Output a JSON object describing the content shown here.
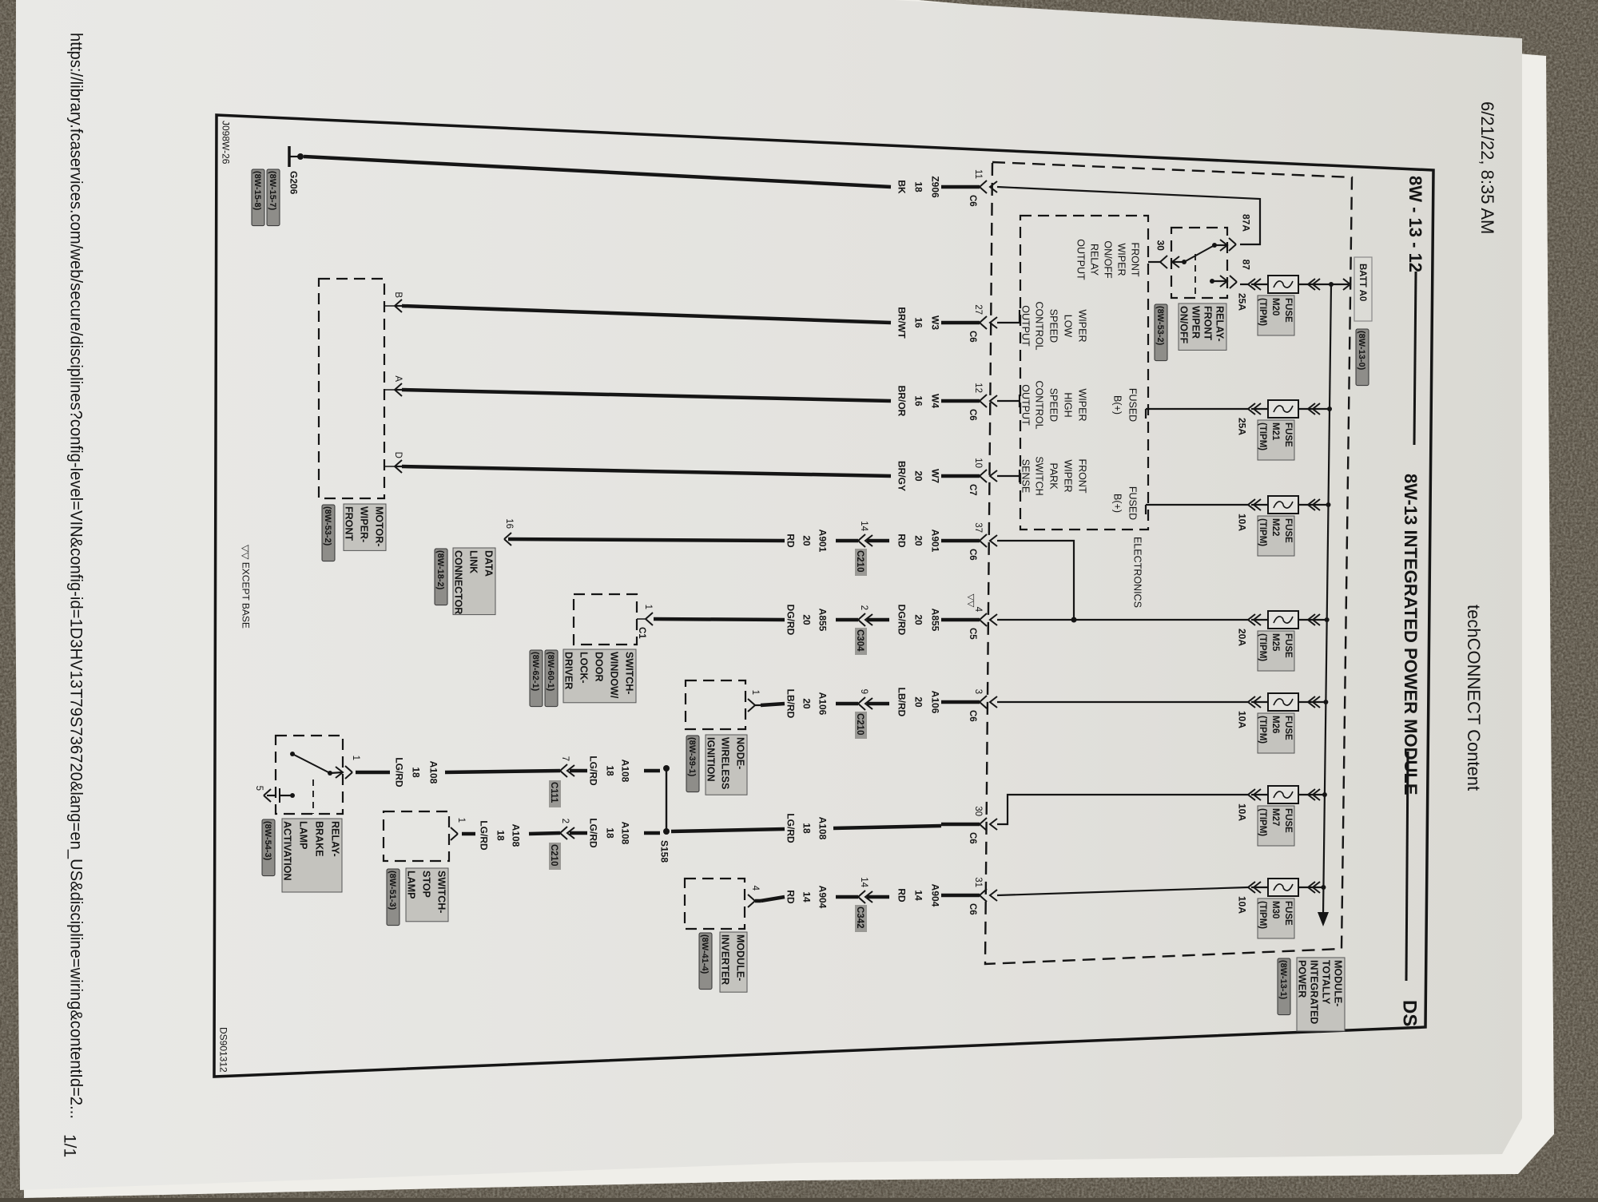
{
  "header": {
    "datetime": "6/21/22, 8:35 AM",
    "source": "techCONNECT Content"
  },
  "footer": {
    "url": "https://library.fcaservices.com/web/secure/disciplines?config-level=VIN&config-id=1D3HV13T79S736720&lang=en_US&discipline=wiring&contentId=2...",
    "page": "1/1"
  },
  "diagram": {
    "page_code": "8W - 13 - 12",
    "title": "8W-13 INTEGRATED POWER MODULE",
    "section": "DS",
    "drawing_id_left": "J098W-26",
    "drawing_id_right": "DS901312",
    "legend_note": "▽▽ EXCEPT BASE"
  },
  "tipm": {
    "label": [
      "MODULE-",
      "TOTALLY",
      "INTEGRATED",
      "POWER"
    ],
    "ref": "(8W-13-1)",
    "batt": "BATT A0",
    "batt_ref": "(8W-13-0)",
    "electronics": "ELECTRONICS",
    "internal_labels": [
      [
        "FRONT",
        "WIPER",
        "ON/OFF",
        "RELAY",
        "OUTPUT"
      ],
      [
        "WIPER",
        "LOW",
        "SPEED",
        "CONTROL",
        "OUTPUT"
      ],
      [
        "FUSED",
        "B(+)"
      ],
      [
        "WIPER",
        "HIGH",
        "SPEED",
        "CONTROL",
        "OUTPUT"
      ],
      [
        "FUSED",
        "B(+)"
      ],
      [
        "FRONT",
        "WIPER",
        "PARK",
        "SWITCH",
        "SENSE"
      ]
    ]
  },
  "fuses": [
    {
      "name": "FUSE",
      "id": "M20",
      "loc": "(TIPM)",
      "rating": "25A"
    },
    {
      "name": "FUSE",
      "id": "M21",
      "loc": "(TIPM)",
      "rating": "25A"
    },
    {
      "name": "FUSE",
      "id": "M22",
      "loc": "(TIPM)",
      "rating": "10A"
    },
    {
      "name": "FUSE",
      "id": "M25",
      "loc": "(TIPM)",
      "rating": "20A"
    },
    {
      "name": "FUSE",
      "id": "M26",
      "loc": "(TIPM)",
      "rating": "10A"
    },
    {
      "name": "FUSE",
      "id": "M27",
      "loc": "(TIPM)",
      "rating": "10A"
    },
    {
      "name": "FUSE",
      "id": "M30",
      "loc": "(TIPM)",
      "rating": "10A"
    }
  ],
  "wiper_relay": {
    "label": [
      "RELAY-",
      "FRONT",
      "WIPER",
      "ON/OFF"
    ],
    "ref": "(8W-53-2)",
    "pins": [
      "87A",
      "87",
      "30"
    ]
  },
  "pins": [
    {
      "pin": "11",
      "conn": "C6",
      "circuit": "Z906",
      "gauge": "18",
      "color": "BK"
    },
    {
      "pin": "27",
      "conn": "C6",
      "circuit": "W3",
      "gauge": "16",
      "color": "BR/WT"
    },
    {
      "pin": "12",
      "conn": "C6",
      "circuit": "W4",
      "gauge": "16",
      "color": "BR/OR"
    },
    {
      "pin": "10",
      "conn": "C7",
      "circuit": "W7",
      "gauge": "20",
      "color": "BR/GY"
    },
    {
      "pin": "37",
      "conn": "C6",
      "circuit": "A901",
      "gauge": "20",
      "color": "RD"
    },
    {
      "pin": "4",
      "conn": "C5",
      "circuit": "A855",
      "gauge": "20",
      "color": "DG/RD",
      "marker": "▽▽"
    },
    {
      "pin": "3",
      "conn": "C6",
      "circuit": "A106",
      "gauge": "20",
      "color": "LB/RD"
    },
    {
      "pin": "30",
      "conn": "C6",
      "circuit": "A108",
      "gauge": "18",
      "color": "LG/RD"
    },
    {
      "pin": "31",
      "conn": "C6",
      "circuit": "A904",
      "gauge": "14",
      "color": "RD"
    }
  ],
  "inline": [
    {
      "pin": "14",
      "conn": "C210",
      "circuit": "A901",
      "gauge": "20",
      "color": "RD"
    },
    {
      "pin": "2",
      "conn": "C304",
      "circuit": "A855",
      "gauge": "20",
      "color": "DG/RD"
    },
    {
      "pin": "9",
      "conn": "C210",
      "circuit": "A106",
      "gauge": "20",
      "color": "LB/RD"
    },
    {
      "pin": "14",
      "conn": "C342",
      "circuit": "A904",
      "gauge": "14",
      "color": "RD"
    }
  ],
  "splice": {
    "id": "S158",
    "branches": [
      {
        "circuit": "A108",
        "gauge": "18",
        "color": "LG/RD",
        "pin": "7",
        "conn": "C111",
        "out_circuit": "A108",
        "out_gauge": "18",
        "out_color": "LG/RD"
      },
      {
        "circuit": "A108",
        "gauge": "18",
        "color": "LG/RD",
        "pin": "2",
        "conn": "C210",
        "out_circuit": "A108",
        "out_gauge": "18",
        "out_color": "LG/RD"
      }
    ]
  },
  "components": {
    "motor": {
      "label": [
        "MOTOR-",
        "WIPER-",
        "FRONT"
      ],
      "ref": "(8W-53-2)",
      "pins": [
        "B",
        "A",
        "D"
      ]
    },
    "dlc": {
      "label": [
        "DATA",
        "LINK",
        "CONNECTOR"
      ],
      "ref": "(8W-18-2)",
      "pin": "16"
    },
    "window_switch": {
      "label": [
        "SWITCH-",
        "WINDOW/",
        "DOOR",
        "LOCK-",
        "DRIVER"
      ],
      "refs": [
        "(8W-60-1)",
        "(8W-62-1)"
      ],
      "pin": "1",
      "conn": "C1"
    },
    "node": {
      "label": [
        "NODE-",
        "WIRELESS",
        "IGNITION"
      ],
      "ref": "(8W-39-1)",
      "pin": "1"
    },
    "inverter": {
      "label": [
        "MODULE-",
        "INVERTER"
      ],
      "ref": "(8W-41-4)",
      "pin": "4"
    },
    "brake_relay": {
      "label": [
        "RELAY-",
        "BRAKE",
        "LAMP",
        "ACTIVATION"
      ],
      "ref": "(8W-54-3)",
      "pins": [
        "1",
        "5"
      ]
    },
    "stop_switch": {
      "label": [
        "SWITCH-",
        "STOP",
        "LAMP"
      ],
      "ref": "(8W-51-3)",
      "pin": "1"
    },
    "ground": {
      "id": "G206",
      "refs": [
        "(8W-15-7)",
        "(8W-15-8)"
      ]
    }
  },
  "colors": {
    "ink": "#151515",
    "paper": "#e6e5e1",
    "carpet": "#4e483d",
    "label_fill": "#c4c3be",
    "tag_fill": "#8e8d89"
  }
}
